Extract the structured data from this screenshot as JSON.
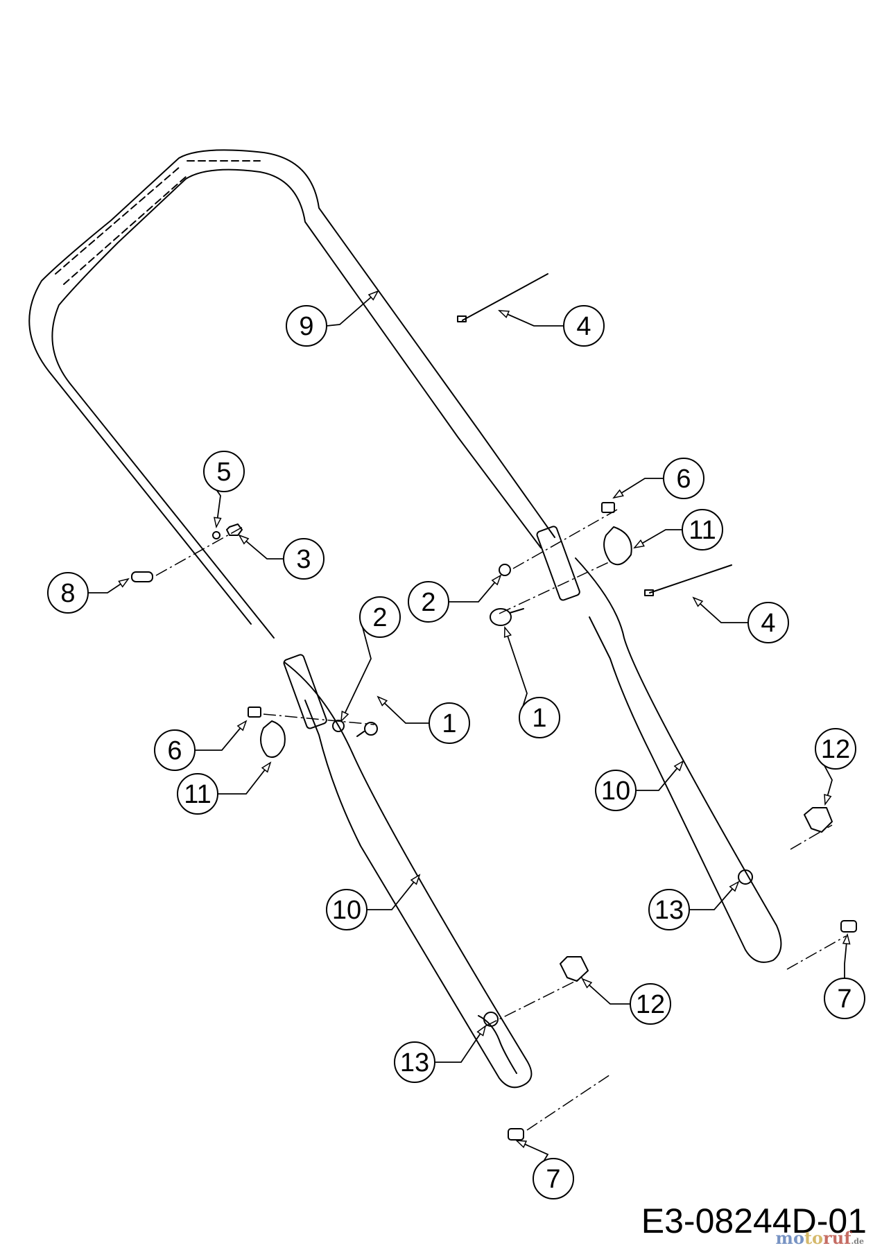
{
  "drawing_code": "E3-08244D-01",
  "watermark": {
    "part1": "mo",
    "part2": "to",
    "part3": "ruf",
    "suffix": ".de"
  },
  "callouts": [
    {
      "label": "9"
    },
    {
      "label": "4"
    },
    {
      "label": "4"
    },
    {
      "label": "5"
    },
    {
      "label": "3"
    },
    {
      "label": "6"
    },
    {
      "label": "11"
    },
    {
      "label": "8"
    },
    {
      "label": "2"
    },
    {
      "label": "2"
    },
    {
      "label": "1"
    },
    {
      "label": "1"
    },
    {
      "label": "6"
    },
    {
      "label": "11"
    },
    {
      "label": "10"
    },
    {
      "label": "12"
    },
    {
      "label": "13"
    },
    {
      "label": "7"
    },
    {
      "label": "10"
    },
    {
      "label": "12"
    },
    {
      "label": "13"
    },
    {
      "label": "7"
    }
  ]
}
